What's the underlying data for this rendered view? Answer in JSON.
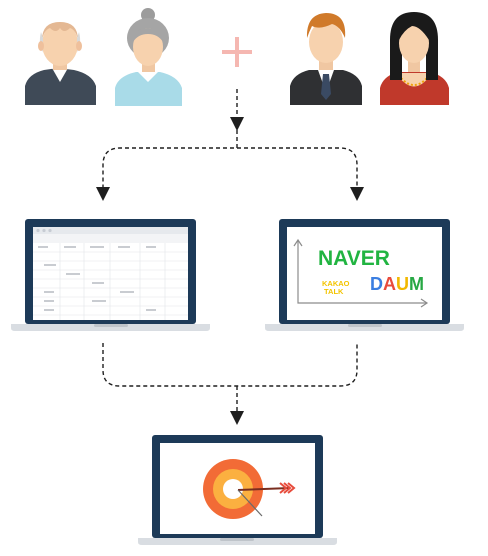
{
  "people": {
    "left_group": [
      "elderly-man",
      "elderly-woman"
    ],
    "right_group": [
      "young-man",
      "young-woman"
    ],
    "plus_symbol": "+"
  },
  "left_laptop": {
    "screen": "spreadsheet"
  },
  "right_laptop": {
    "screen": "portal-chart",
    "brands": {
      "naver": "NAVER",
      "kakao_line1": "KAKAO",
      "kakao_line2": "TALK",
      "daum": "DAUM"
    }
  },
  "bottom_laptop": {
    "screen": "target-arrow-icon"
  },
  "colors": {
    "laptop_frame": "#1d3a58",
    "laptop_base": "#d9dde2",
    "plus": "#f5b7b1",
    "naver": "#21b441",
    "kakao": "#f3c400",
    "daum_d": "#3b7ee1",
    "daum_a": "#e94b3c",
    "daum_u": "#f2b800",
    "daum_m": "#27a844",
    "target_outer": "#f26b36",
    "target_middle": "#fbb040",
    "target_inner": "#ffffff",
    "arrow": "#e74c3c"
  }
}
